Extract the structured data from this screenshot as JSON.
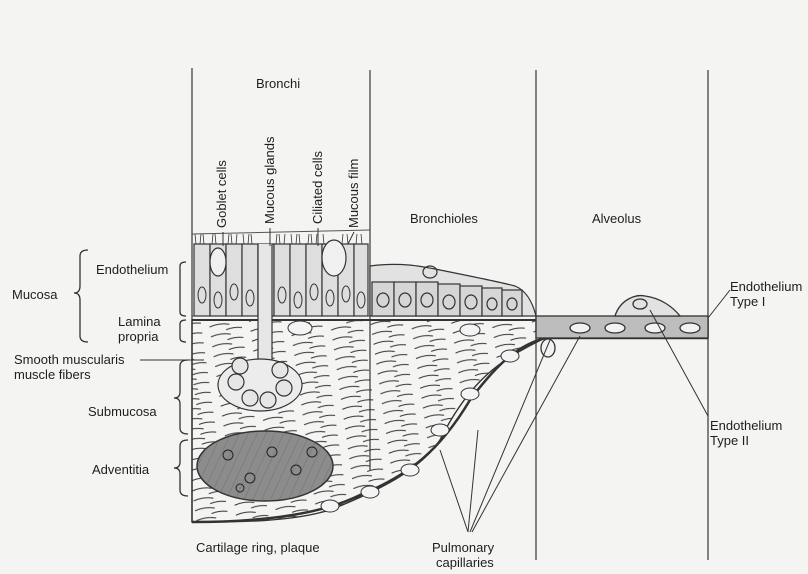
{
  "columns": {
    "bronchi": "Bronchi",
    "bronchioles": "Bronchioles",
    "alveolus": "Alveolus"
  },
  "top_labels": {
    "goblet": "Goblet cells",
    "mucous_glands": "Mucous glands",
    "ciliated": "Ciliated cells",
    "mucous_film": "Mucous film"
  },
  "left_labels": {
    "mucosa": "Mucosa",
    "endothelium": "Endothelium",
    "lamina_1": "Lamina",
    "lamina_2": "propria",
    "smooth_1": "Smooth muscularis",
    "smooth_2": "muscle fibers",
    "submucosa": "Submucosa",
    "adventitia": "Adventitia"
  },
  "right_labels": {
    "endo1_a": "Endothelium",
    "endo1_b": "Type I",
    "endo2_a": "Endothelium",
    "endo2_b": "Type II"
  },
  "bottom_labels": {
    "cartilage": "Cartilage ring, plaque",
    "pulm_1": "Pulmonary",
    "pulm_2": "capillaries"
  }
}
